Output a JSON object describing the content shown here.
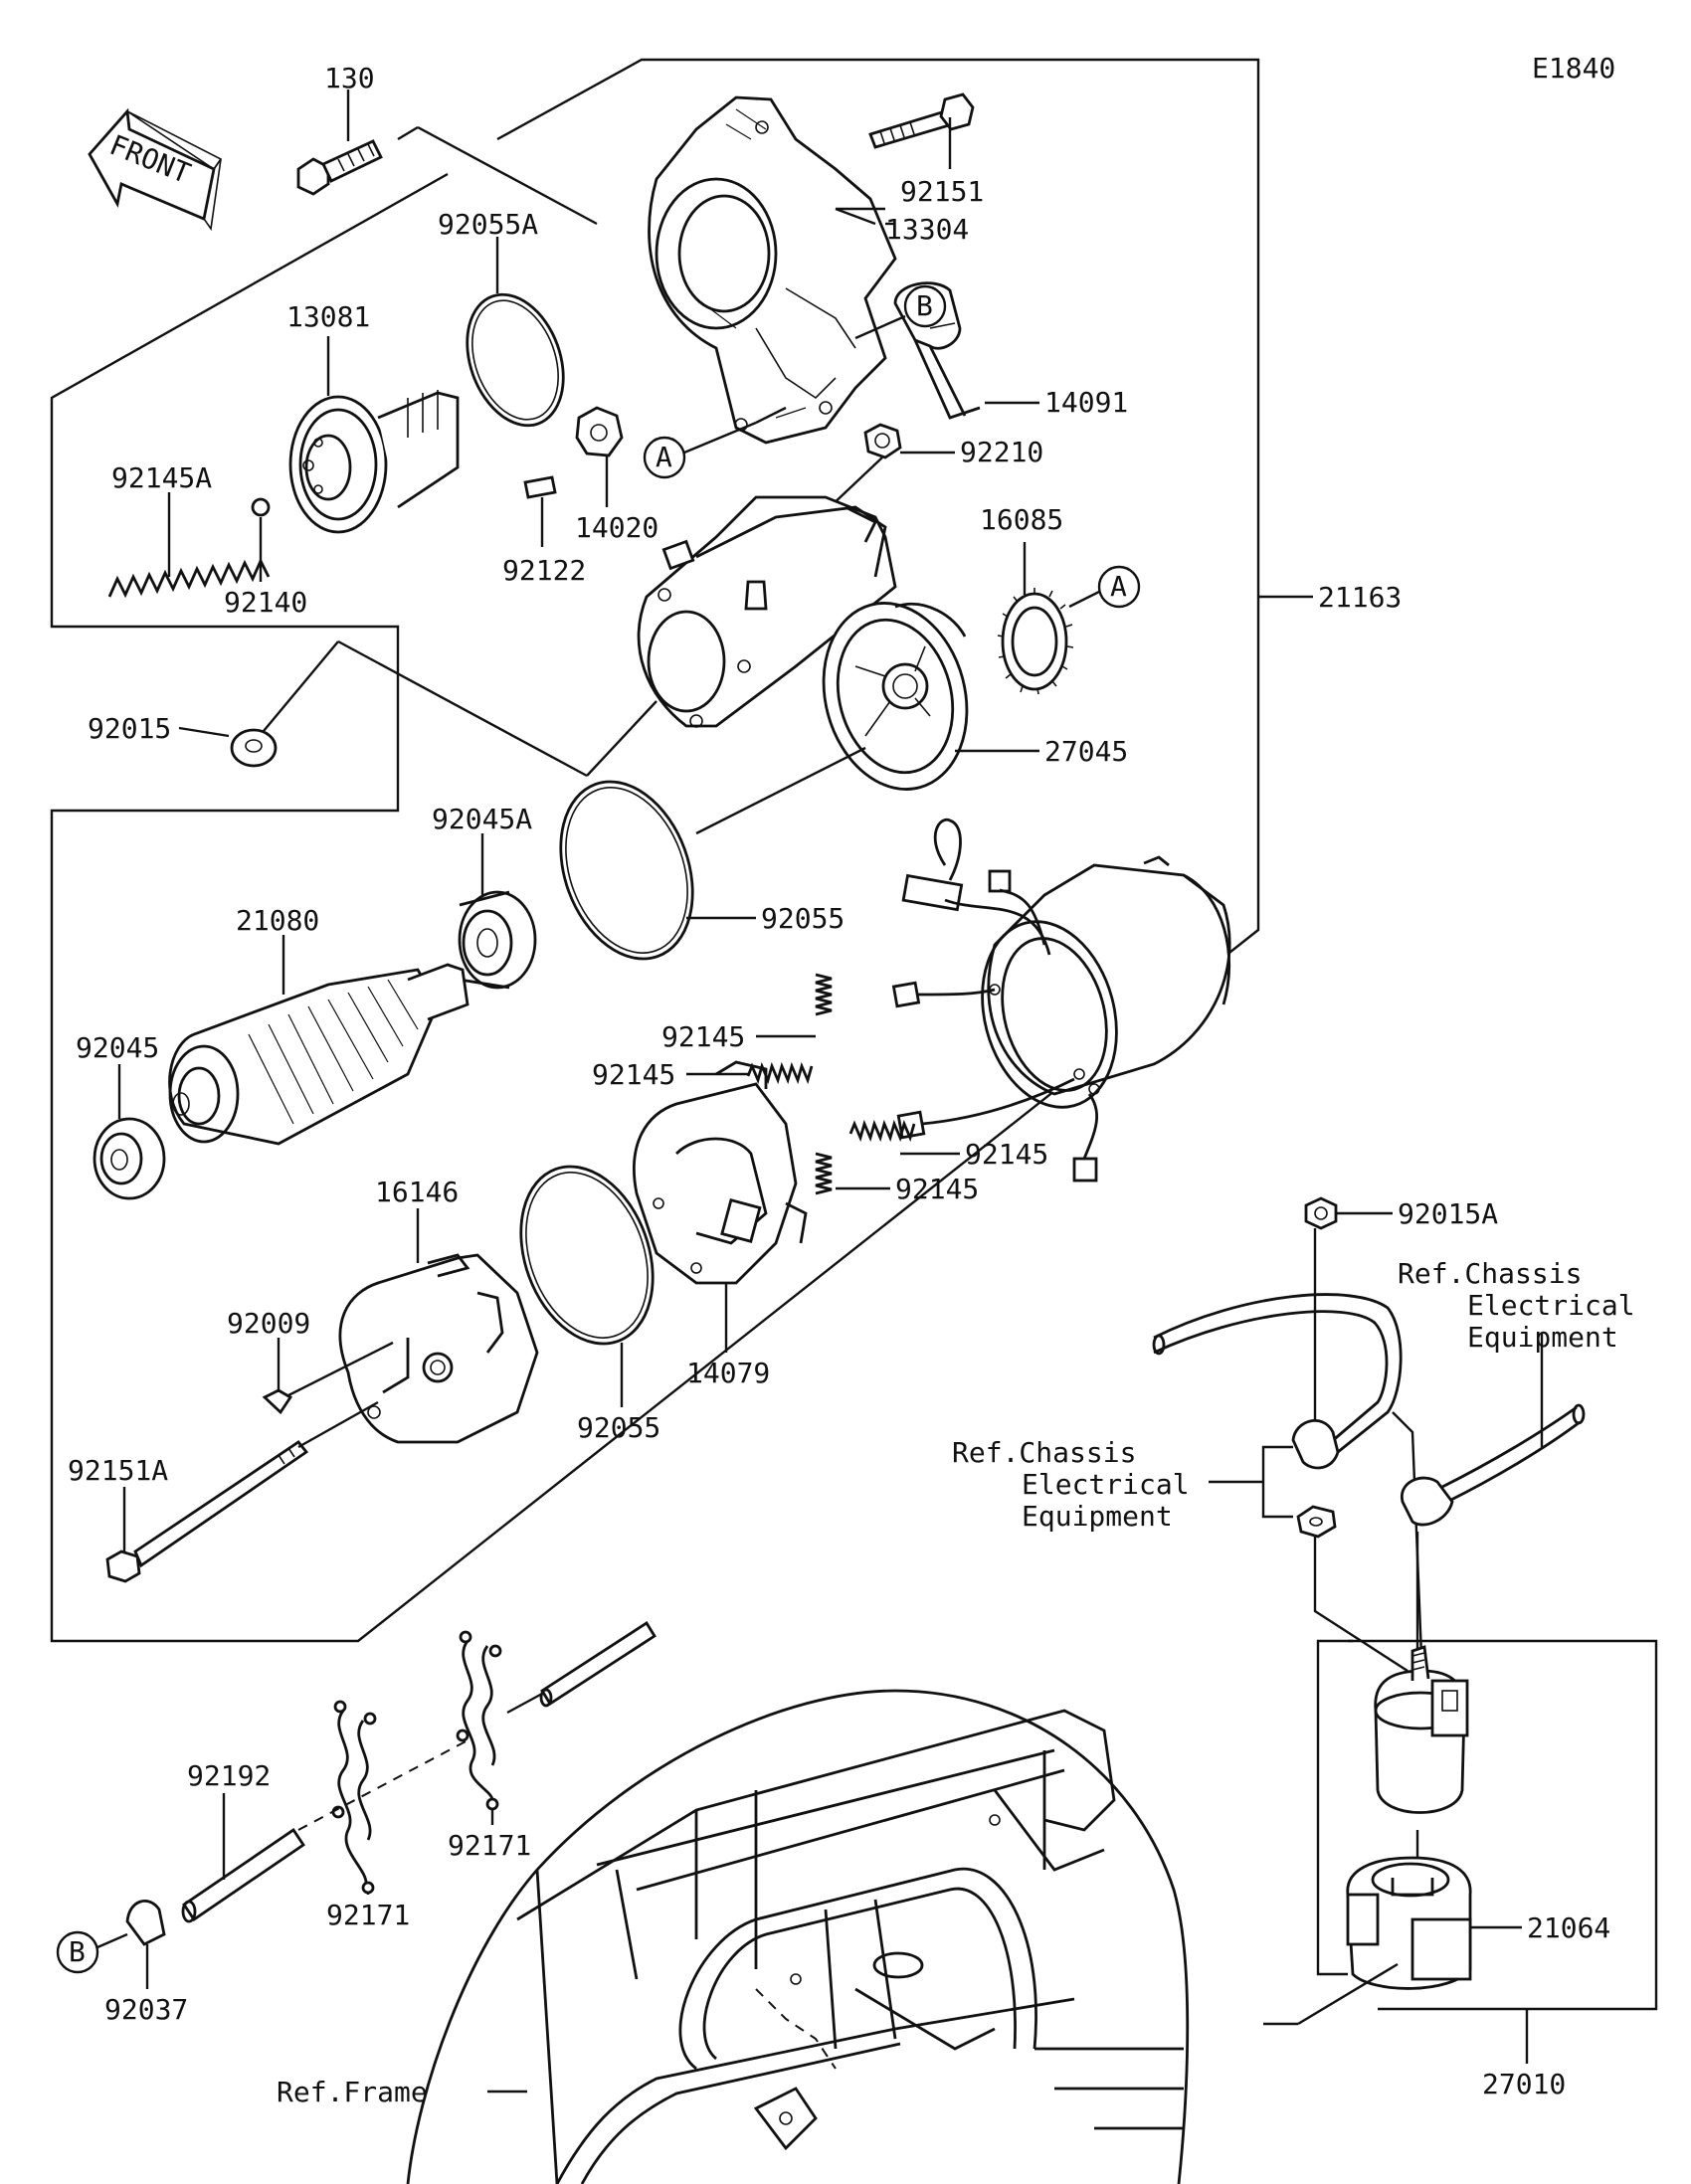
{
  "diagram_code": "E1840",
  "front_arrow_text": "FRONT",
  "part_numbers": {
    "p130": "130",
    "p92151": "92151",
    "p13304": "13304",
    "p92055A": "92055A",
    "p13081": "13081",
    "p14091": "14091",
    "p92210": "92210",
    "p14020": "14020",
    "p92145A": "92145A",
    "p92140": "92140",
    "p92122": "92122",
    "p16085": "16085",
    "p21163": "21163",
    "p92015": "92015",
    "p27045": "27045",
    "p92045A": "92045A",
    "p92055_top": "92055",
    "p21080": "21080",
    "p92045": "92045",
    "p92145_1": "92145",
    "p92145_2": "92145",
    "p92145_3": "92145",
    "p92145_4": "92145",
    "p16146": "16146",
    "p92015A": "92015A",
    "p92009": "92009",
    "p14079": "14079",
    "p92055_bottom": "92055",
    "p92151A": "92151A",
    "p92192": "92192",
    "p92171_right": "92171",
    "p92171_left": "92171",
    "p92037": "92037",
    "p21064": "21064",
    "p27010": "27010"
  },
  "callouts": {
    "A_upper": "A",
    "B_upper": "B",
    "A_right": "A",
    "B_lower": "B"
  },
  "references": {
    "chassis_right": [
      "Ref.Chassis",
      "Electrical",
      "Equipment"
    ],
    "chassis_left": [
      "Ref.Chassis",
      "Electrical",
      "Equipment"
    ],
    "frame": "Ref.Frame"
  }
}
